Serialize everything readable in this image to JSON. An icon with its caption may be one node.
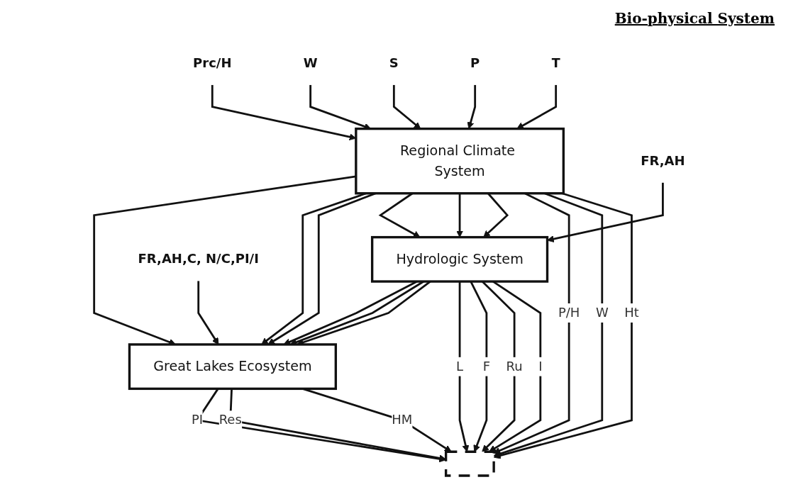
{
  "diagram": {
    "title": "Bio-physical System",
    "nodes": [
      {
        "text": [
          "T"
        ]
      },
      {
        "text": [
          "P"
        ]
      },
      {
        "text": [
          "S"
        ]
      },
      {
        "text": [
          "W"
        ]
      },
      {
        "text": [
          "Prc/H"
        ]
      },
      {
        "text": [
          "Regional Climate System"
        ]
      },
      {
        "text": [
          "FR,AH"
        ]
      },
      {
        "text": [
          "Hydrologic System"
        ]
      },
      {
        "text": [
          "FR,AH,C, N/C,PI/I"
        ]
      },
      {
        "text": [
          "Great Lakes Ecosystem"
        ]
      },
      {
        "text": [],
        "shape": "bar"
      }
    ],
    "edges": [
      {
        "from": 0,
        "to": 5,
        "arrow": "to"
      },
      {
        "from": 1,
        "to": 5,
        "arrow": "to"
      },
      {
        "from": 2,
        "to": 5,
        "arrow": "to"
      },
      {
        "from": 3,
        "to": 5,
        "arrow": "to"
      },
      {
        "from": 4,
        "to": 5,
        "arrow": "to"
      },
      {
        "from": 5,
        "to": 10,
        "arrow": "to",
        "label": "Ht"
      },
      {
        "from": 5,
        "to": 10,
        "arrow": "to",
        "label": "W"
      },
      {
        "from": 5,
        "to": 10,
        "arrow": "to",
        "label": "P/H"
      },
      {
        "from": 5,
        "to": 7,
        "arrow": "to"
      },
      {
        "from": 5,
        "to": 7,
        "arrow": "to"
      },
      {
        "from": 5,
        "to": 7,
        "arrow": "to"
      },
      {
        "from": 5,
        "to": 9,
        "arrow": "to"
      },
      {
        "from": 5,
        "to": 9,
        "arrow": "to"
      },
      {
        "from": 5,
        "to": 9,
        "arrow": "to"
      },
      {
        "from": 6,
        "to": 7,
        "arrow": "to"
      },
      {
        "from": 8,
        "to": 9,
        "arrow": "to"
      },
      {
        "from": 7,
        "to": 10,
        "arrow": "to",
        "label": "I"
      },
      {
        "from": 7,
        "to": 10,
        "arrow": "to",
        "label": "Ru"
      },
      {
        "from": 7,
        "to": 10,
        "arrow": "to",
        "label": "F"
      },
      {
        "from": 7,
        "to": 10,
        "arrow": "to",
        "label": "L"
      },
      {
        "from": 7,
        "to": 9,
        "arrow": "to"
      },
      {
        "from": 7,
        "to": 9,
        "arrow": "to"
      },
      {
        "from": 7,
        "to": 9,
        "arrow": "to"
      },
      {
        "from": 9,
        "to": 10,
        "arrow": "to",
        "label": "HM"
      },
      {
        "from": 9,
        "to": 10,
        "arrow": "to",
        "label": "Res"
      },
      {
        "from": 9,
        "to": 10,
        "arrow": "to",
        "label": "PI"
      }
    ]
  }
}
